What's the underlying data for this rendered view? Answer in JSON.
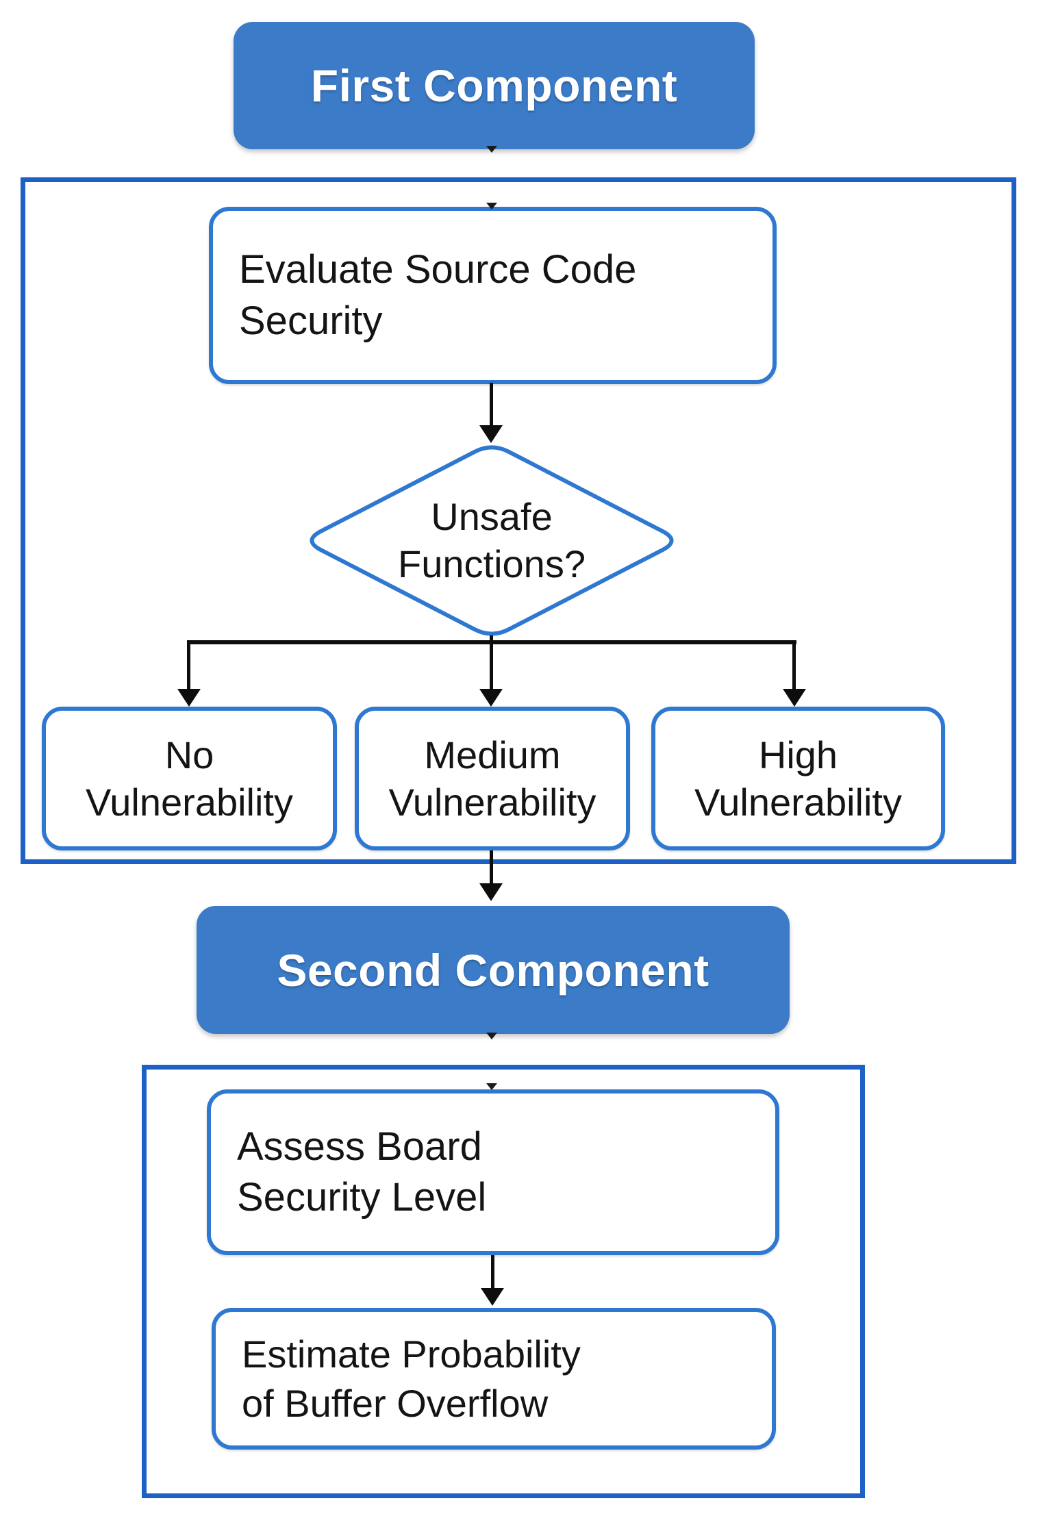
{
  "colors": {
    "accent_fill": "#3b7bc7",
    "box_border": "#2e78d2",
    "container_border": "#1d61c6",
    "connector": "#0d0d0d",
    "text": "#141414",
    "header_text": "#ffffff",
    "background": "#ffffff"
  },
  "first_section": {
    "header": "First Component",
    "evaluate": {
      "line1": "Evaluate Source Code",
      "line2": "Security"
    },
    "decision": {
      "line1": "Unsafe",
      "line2": "Functions?"
    },
    "outcomes": [
      {
        "line1": "No",
        "line2": "Vulnerability"
      },
      {
        "line1": "Medium",
        "line2": "Vulnerability"
      },
      {
        "line1": "High",
        "line2": "Vulnerability"
      }
    ]
  },
  "second_section": {
    "header": "Second Component",
    "assess": {
      "line1": "Assess Board",
      "line2": "Security Level"
    },
    "estimate": {
      "line1": "Estimate Probability",
      "line2": "of Buffer Overflow"
    }
  }
}
